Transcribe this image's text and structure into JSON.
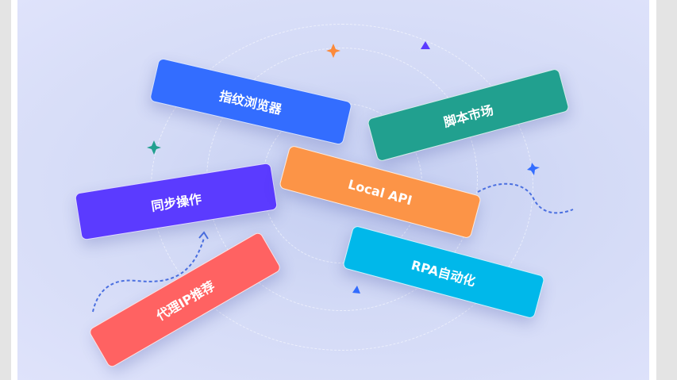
{
  "cards": [
    {
      "label": "指纹浏览器",
      "color": "#336dff"
    },
    {
      "label": "脚本市场",
      "color": "#21a08f"
    },
    {
      "label": "同步操作",
      "color": "#5b3bff"
    },
    {
      "label": "Local API",
      "color": "#fc9447"
    },
    {
      "label": "代理IP推荐",
      "color": "#ff6262"
    },
    {
      "label": "RPA自动化",
      "color": "#00b8ea"
    }
  ]
}
